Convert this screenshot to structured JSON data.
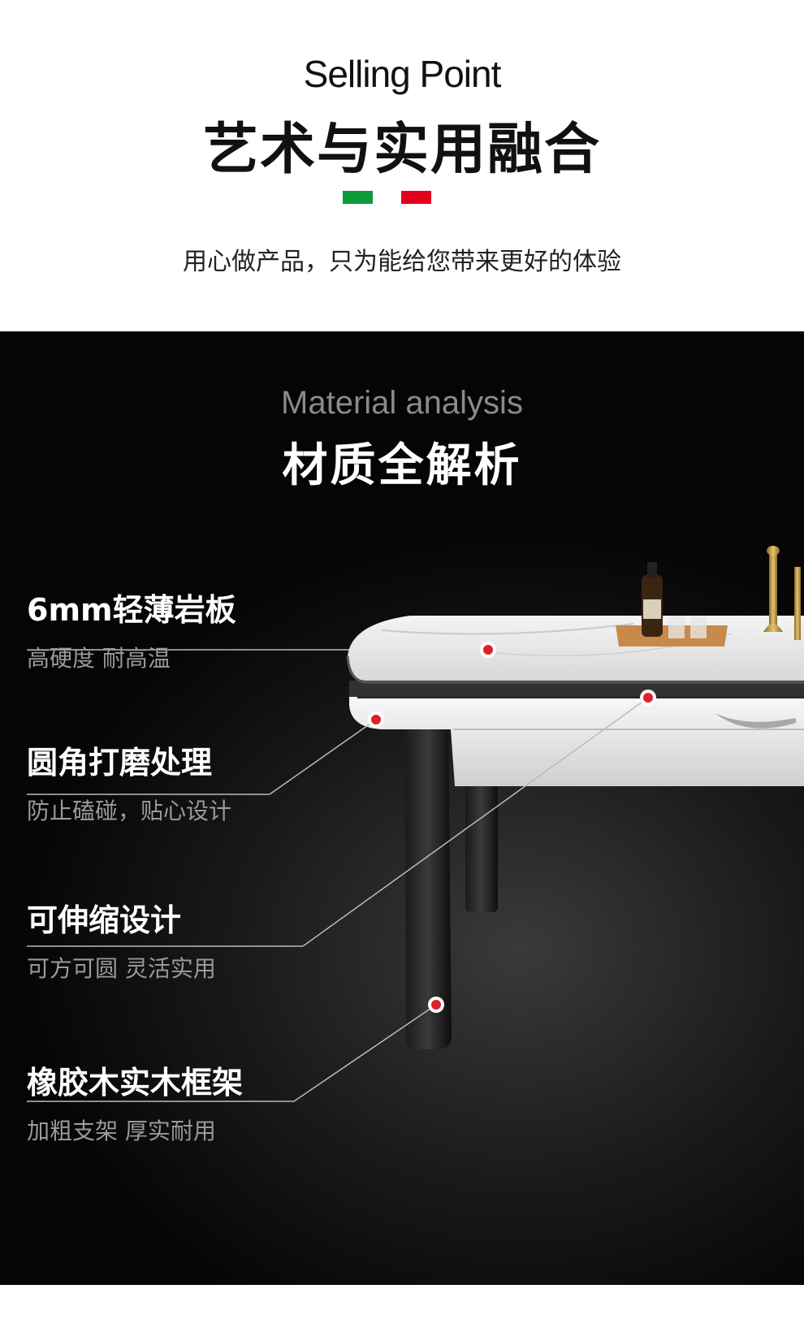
{
  "header": {
    "title_en": "Selling Point",
    "title_cn": "艺术与实用融合",
    "subtitle": "用心做产品，只为能给您带来更好的体验",
    "flag_colors": [
      "#0a9a3a",
      "#e3001b"
    ]
  },
  "material": {
    "title_en": "Material analysis",
    "title_cn": "材质全解析"
  },
  "features": [
    {
      "title": "6mm轻薄岩板",
      "desc": "高硬度 耐高温"
    },
    {
      "title": "圆角打磨处理",
      "desc": "防止磕碰，贴心设计"
    },
    {
      "title": "可伸缩设计",
      "desc": "可方可圆 灵活实用"
    },
    {
      "title": "橡胶木实木框架",
      "desc": "加粗支架 厚实耐用"
    }
  ],
  "colors": {
    "accent": "#e0202a",
    "dark_bg": "#0a0a0a"
  }
}
